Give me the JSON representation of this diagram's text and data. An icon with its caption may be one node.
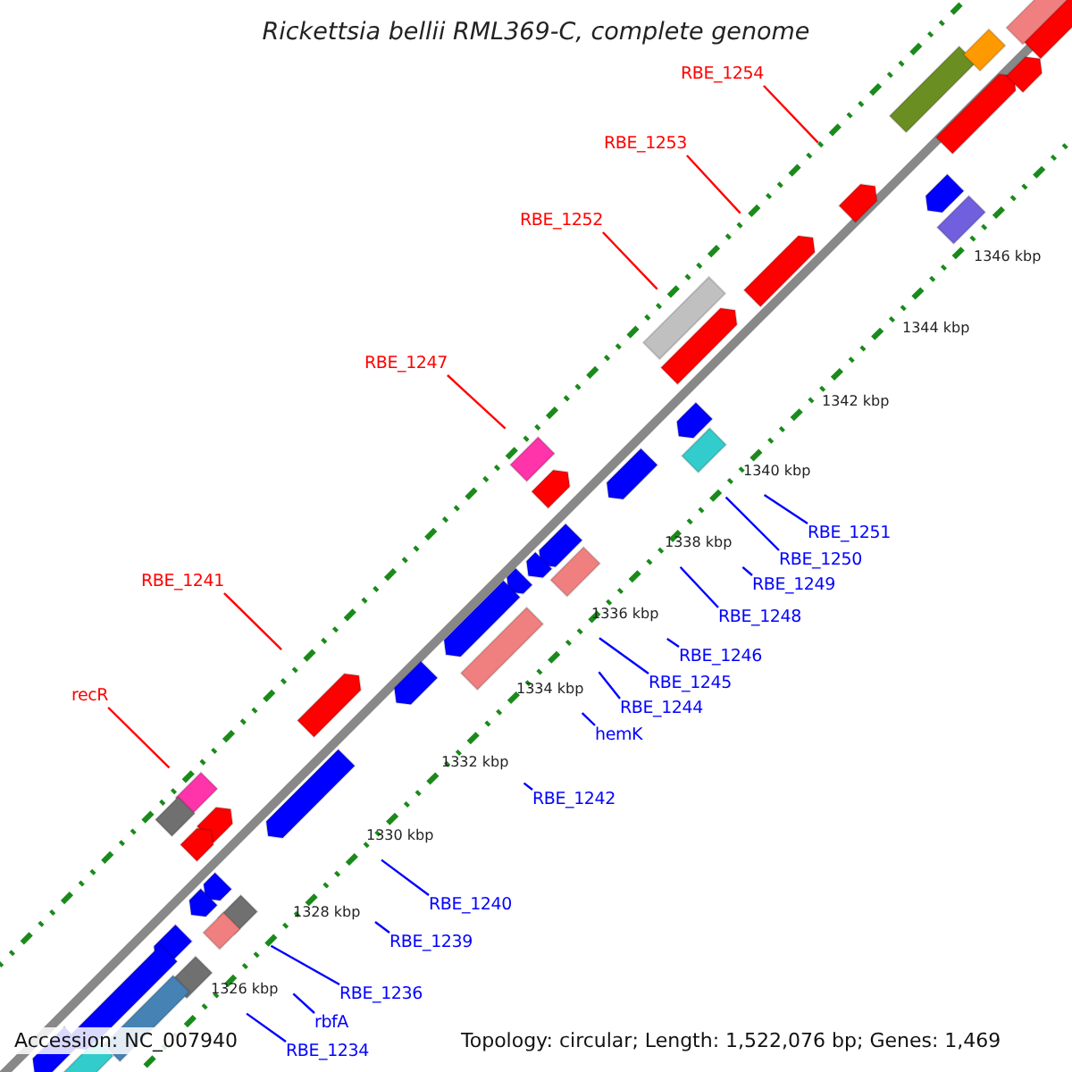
{
  "diagram": {
    "title": "Rickettsia bellii RML369-C, complete genome",
    "nodes": [
      {
        "text": [
          "RBE_1254"
        ]
      },
      {
        "text": [
          "RBE_1253"
        ]
      },
      {
        "text": [
          "RBE_1252"
        ]
      },
      {
        "text": [
          "RBE_1247"
        ]
      },
      {
        "text": [
          "RBE_1241"
        ]
      },
      {
        "text": [
          "recR"
        ]
      },
      {
        "text": [
          "RBE_1251"
        ]
      },
      {
        "text": [
          "RBE_1250"
        ]
      },
      {
        "text": [
          "RBE_1249"
        ]
      },
      {
        "text": [
          "RBE_1248"
        ]
      },
      {
        "text": [
          "RBE_1246"
        ]
      },
      {
        "text": [
          "RBE_1245"
        ]
      },
      {
        "text": [
          "RBE_1244"
        ]
      },
      {
        "text": [
          "hemK"
        ]
      },
      {
        "text": [
          "RBE_1242"
        ]
      },
      {
        "text": [
          "RBE_1240"
        ]
      },
      {
        "text": [
          "RBE_1239"
        ]
      },
      {
        "text": [
          "RBE_1236"
        ]
      },
      {
        "text": [
          "rbfA"
        ]
      },
      {
        "text": [
          "RBE_1234"
        ]
      }
    ],
    "edges": [
      {
        "from": 0,
        "to": null,
        "arrow": "none",
        "color": "#ff0000"
      },
      {
        "from": 1,
        "to": null,
        "arrow": "none",
        "color": "#ff0000"
      },
      {
        "from": 2,
        "to": null,
        "arrow": "none",
        "color": "#ff0000"
      },
      {
        "from": 3,
        "to": null,
        "arrow": "none",
        "color": "#ff0000"
      },
      {
        "from": 4,
        "to": null,
        "arrow": "none",
        "color": "#ff0000"
      },
      {
        "from": 5,
        "to": null,
        "arrow": "none",
        "color": "#ff0000"
      },
      {
        "from": 6,
        "to": null,
        "arrow": "none"
      },
      {
        "from": 7,
        "to": null,
        "arrow": "none"
      },
      {
        "from": 8,
        "to": null,
        "arrow": "none"
      },
      {
        "from": 9,
        "to": null,
        "arrow": "none"
      },
      {
        "from": 10,
        "to": null,
        "arrow": "none"
      },
      {
        "from": 11,
        "to": null,
        "arrow": "none"
      },
      {
        "from": 12,
        "to": null,
        "arrow": "none"
      },
      {
        "from": 13,
        "to": null,
        "arrow": "none"
      },
      {
        "from": 14,
        "to": null,
        "arrow": "none"
      },
      {
        "from": 15,
        "to": null,
        "arrow": "none"
      },
      {
        "from": 16,
        "to": null,
        "arrow": "none"
      },
      {
        "from": 17,
        "to": null,
        "arrow": "none"
      },
      {
        "from": 18,
        "to": null,
        "arrow": "none"
      },
      {
        "from": 19,
        "to": null,
        "arrow": "none"
      }
    ],
    "labels": [
      "1346 kbp",
      "1344 kbp",
      "1342 kbp",
      "1340 kbp",
      "1338 kbp",
      "1336 kbp",
      "1334 kbp",
      "1332 kbp",
      "1330 kbp",
      "1328 kbp",
      "1326 kbp",
      "Accession: NC_007940",
      "Topology: circular; Length: 1,522,076 bp; Genes: 1,469"
    ]
  }
}
